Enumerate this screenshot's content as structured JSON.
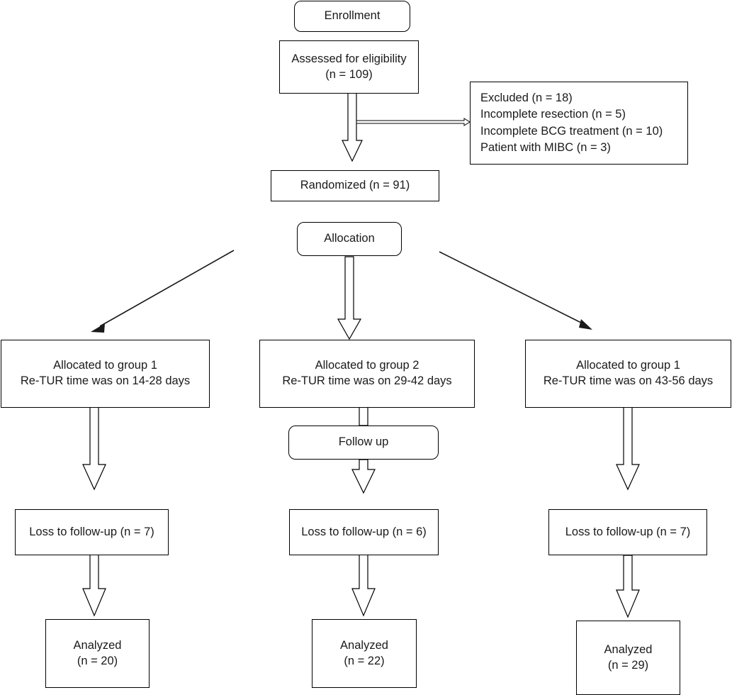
{
  "diagram": {
    "title": "CONSORT participant flow diagram",
    "type": "flowchart",
    "background": "#ffffff",
    "line_color": "#000000"
  },
  "stages": {
    "enrollment": "Enrollment",
    "allocation": "Allocation",
    "follow_up": "Follow up"
  },
  "enrollment": {
    "assessed_line1": "Assessed for eligibility",
    "assessed_line2": "(n = 109)",
    "excluded_line1": "Excluded (n = 18)",
    "excluded_line2": "Incomplete resection (n = 5)",
    "excluded_line3": "Incomplete BCG treatment (n = 10)",
    "excluded_line4": "Patient with MIBC (n = 3)",
    "randomized": "Randomized (n = 91)"
  },
  "arms": [
    {
      "allocated_line1": "Allocated to group 1",
      "allocated_line2": "Re-TUR time was on 14-28 days",
      "loss": "Loss to follow-up (n = 7)",
      "analyzed_line1": "Analyzed",
      "analyzed_line2": "(n = 20)"
    },
    {
      "allocated_line1": "Allocated to group 2",
      "allocated_line2": "Re-TUR time was on 29-42 days",
      "loss": "Loss to follow-up (n = 6)",
      "analyzed_line1": "Analyzed",
      "analyzed_line2": "(n = 22)"
    },
    {
      "allocated_line1": "Allocated to group 1",
      "allocated_line2": "Re-TUR time was on 43-56 days",
      "loss": "Loss to follow-up (n = 7)",
      "analyzed_line1": "Analyzed",
      "analyzed_line2": "(n = 29)"
    }
  ],
  "chart_data": {
    "type": "diagram",
    "title": "CONSORT participant flow diagram",
    "nodes": [
      {
        "id": "enrollment-stage",
        "label": "Enrollment",
        "shape": "rounded-rect"
      },
      {
        "id": "assessed",
        "label": "Assessed for eligibility (n = 109)",
        "value": 109,
        "shape": "rect"
      },
      {
        "id": "excluded",
        "label": "Excluded (n = 18); Incomplete resection (n = 5); Incomplete BCG treatment (n = 10); Patient with MIBC (n = 3)",
        "value": 18,
        "shape": "rect"
      },
      {
        "id": "randomized",
        "label": "Randomized (n = 91)",
        "value": 91,
        "shape": "rect"
      },
      {
        "id": "allocation-stage",
        "label": "Allocation",
        "shape": "rounded-rect"
      },
      {
        "id": "alloc-1",
        "label": "Allocated to group 1 / Re-TUR time was on 14-28 days",
        "shape": "rect"
      },
      {
        "id": "alloc-2",
        "label": "Allocated to group 2 / Re-TUR time was on 29-42 days",
        "shape": "rect"
      },
      {
        "id": "alloc-3",
        "label": "Allocated to group 1 / Re-TUR time was on 43-56 days",
        "shape": "rect"
      },
      {
        "id": "followup-stage",
        "label": "Follow up",
        "shape": "rounded-rect"
      },
      {
        "id": "loss-1",
        "label": "Loss to follow-up (n = 7)",
        "value": 7,
        "shape": "rect"
      },
      {
        "id": "loss-2",
        "label": "Loss to follow-up (n = 6)",
        "value": 6,
        "shape": "rect"
      },
      {
        "id": "loss-3",
        "label": "Loss to follow-up (n = 7)",
        "value": 7,
        "shape": "rect"
      },
      {
        "id": "analyzed-1",
        "label": "Analyzed (n = 20)",
        "value": 20,
        "shape": "rect"
      },
      {
        "id": "analyzed-2",
        "label": "Analyzed (n = 22)",
        "value": 22,
        "shape": "rect"
      },
      {
        "id": "analyzed-3",
        "label": "Analyzed (n = 29)",
        "value": 29,
        "shape": "rect"
      }
    ],
    "edges": [
      {
        "from": "assessed",
        "to": "randomized",
        "style": "block-arrow"
      },
      {
        "from": "assessed",
        "to": "excluded",
        "style": "thin-arrow"
      },
      {
        "from": "allocation-stage",
        "to": "alloc-2",
        "style": "block-arrow"
      },
      {
        "from": "randomized",
        "to": "alloc-1",
        "style": "thin-diagonal-arrow"
      },
      {
        "from": "randomized",
        "to": "alloc-3",
        "style": "thin-diagonal-arrow"
      },
      {
        "from": "alloc-1",
        "to": "loss-1",
        "style": "block-arrow"
      },
      {
        "from": "alloc-2",
        "to": "loss-2",
        "style": "block-arrow"
      },
      {
        "from": "alloc-3",
        "to": "loss-3",
        "style": "block-arrow"
      },
      {
        "from": "loss-1",
        "to": "analyzed-1",
        "style": "block-arrow"
      },
      {
        "from": "loss-2",
        "to": "analyzed-2",
        "style": "block-arrow"
      },
      {
        "from": "loss-3",
        "to": "analyzed-3",
        "style": "block-arrow"
      }
    ]
  }
}
